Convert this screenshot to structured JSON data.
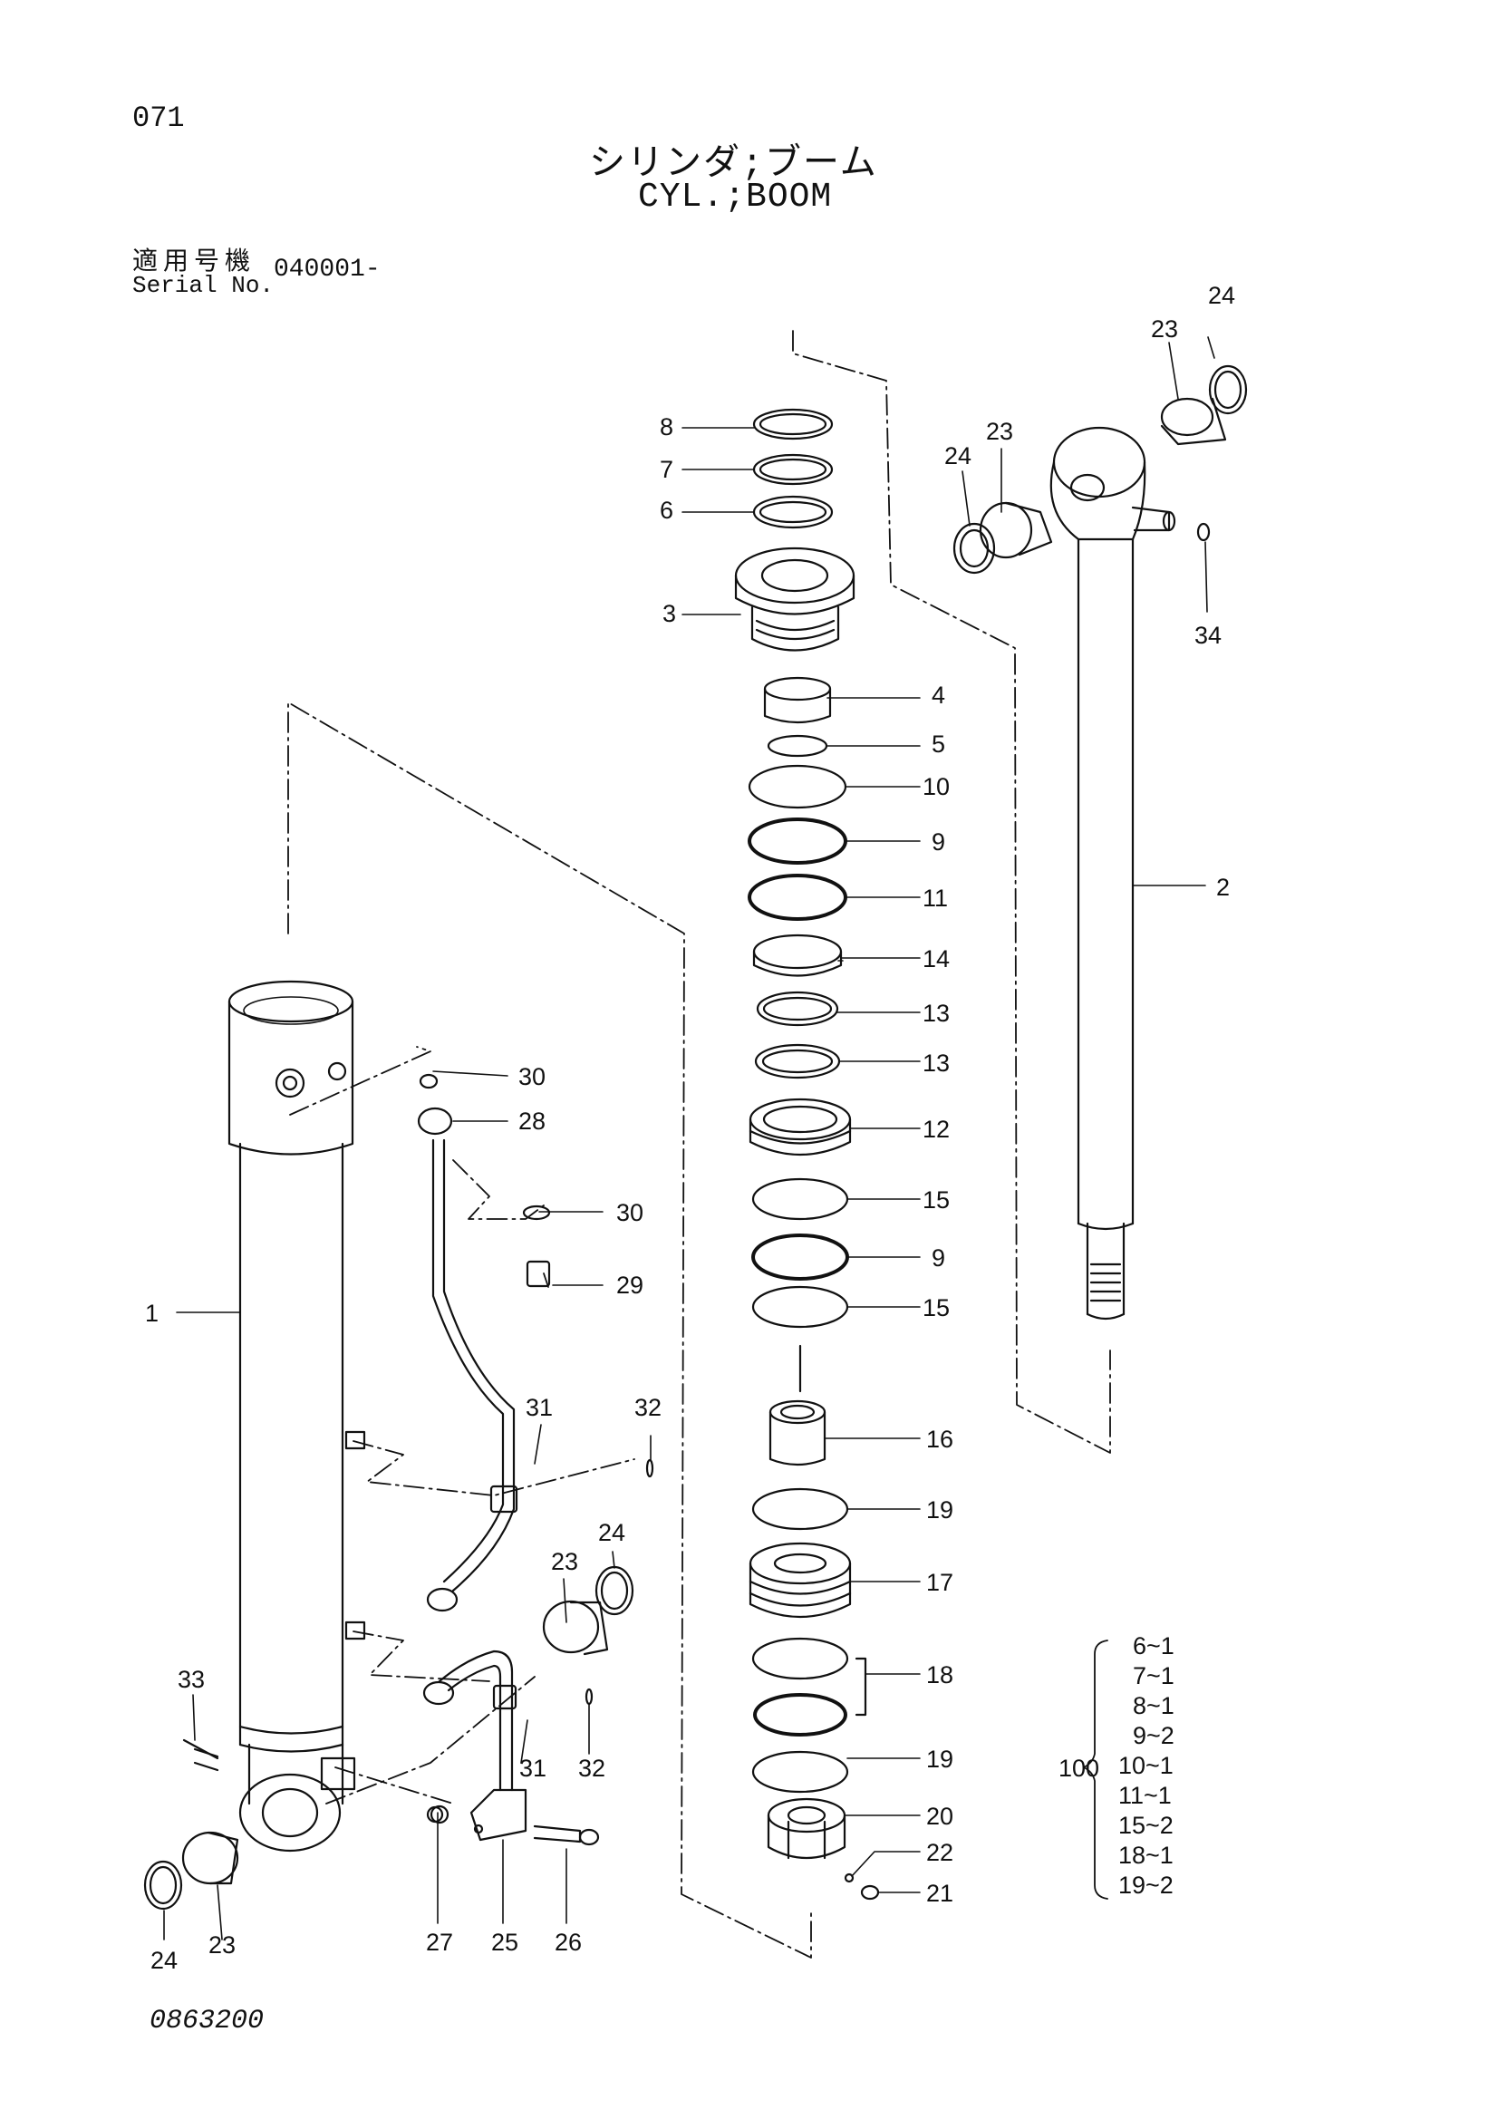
{
  "page_number": "071",
  "title_ja": "シリンダ;ブーム",
  "title_en": "CYL.;BOOM",
  "serial_label_ja": "適用号機",
  "serial_label_en": "Serial No.",
  "serial_value": "040001-",
  "drawing_number": "0863200",
  "callouts": {
    "p1": "1",
    "p2": "2",
    "p3": "3",
    "p4": "4",
    "p5": "5",
    "p6": "6",
    "p7": "7",
    "p8": "8",
    "p9": "9",
    "p10": "10",
    "p11": "11",
    "p12": "12",
    "p13": "13",
    "p14": "14",
    "p15": "15",
    "p16": "16",
    "p17": "17",
    "p18": "18",
    "p19": "19",
    "p20": "20",
    "p21": "21",
    "p22": "22",
    "p23": "23",
    "p24": "24",
    "p25": "25",
    "p26": "26",
    "p27": "27",
    "p28": "28",
    "p29": "29",
    "p30": "30",
    "p31": "31",
    "p32": "32",
    "p33": "33",
    "p34": "34"
  },
  "kit": {
    "number": "100",
    "items": [
      "6~1",
      "7~1",
      "8~1",
      "9~2",
      "10~1",
      "11~1",
      "15~2",
      "18~1",
      "19~2"
    ]
  }
}
